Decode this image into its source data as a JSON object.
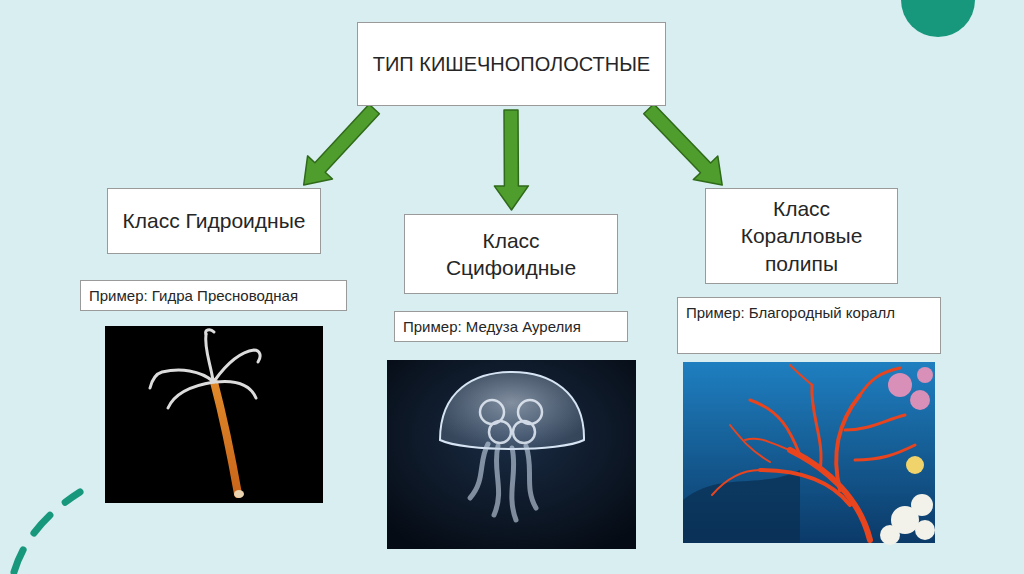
{
  "diagram": {
    "nodes": [
      {
        "text": [
          "ТИП КИШЕЧНОПОЛОСТНЫЕ"
        ]
      },
      {
        "text": [
          "Класс Гидроидные"
        ]
      },
      {
        "text": [
          "Класс Сцифоидные"
        ]
      },
      {
        "text": [
          "Класс Коралловые полипы"
        ]
      },
      {
        "text": [
          "Пример: Гидра Пресноводная"
        ]
      },
      {
        "text": [
          "Пример: Медуза Аурелия"
        ]
      },
      {
        "text": [
          "Пример: Благородный коралл"
        ]
      }
    ],
    "edges": [
      {
        "from": 0,
        "to": 1,
        "arrow": "to"
      },
      {
        "from": 0,
        "to": 2,
        "arrow": "to"
      },
      {
        "from": 0,
        "to": 3,
        "arrow": "to"
      }
    ]
  }
}
